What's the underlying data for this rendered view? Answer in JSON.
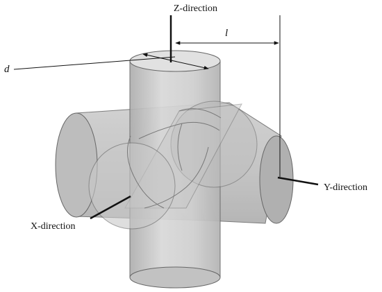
{
  "labels": {
    "z_direction": "Z-direction",
    "y_direction": "Y-direction",
    "x_direction": "X-direction",
    "length_symbol": "l",
    "diameter_symbol": "d"
  }
}
